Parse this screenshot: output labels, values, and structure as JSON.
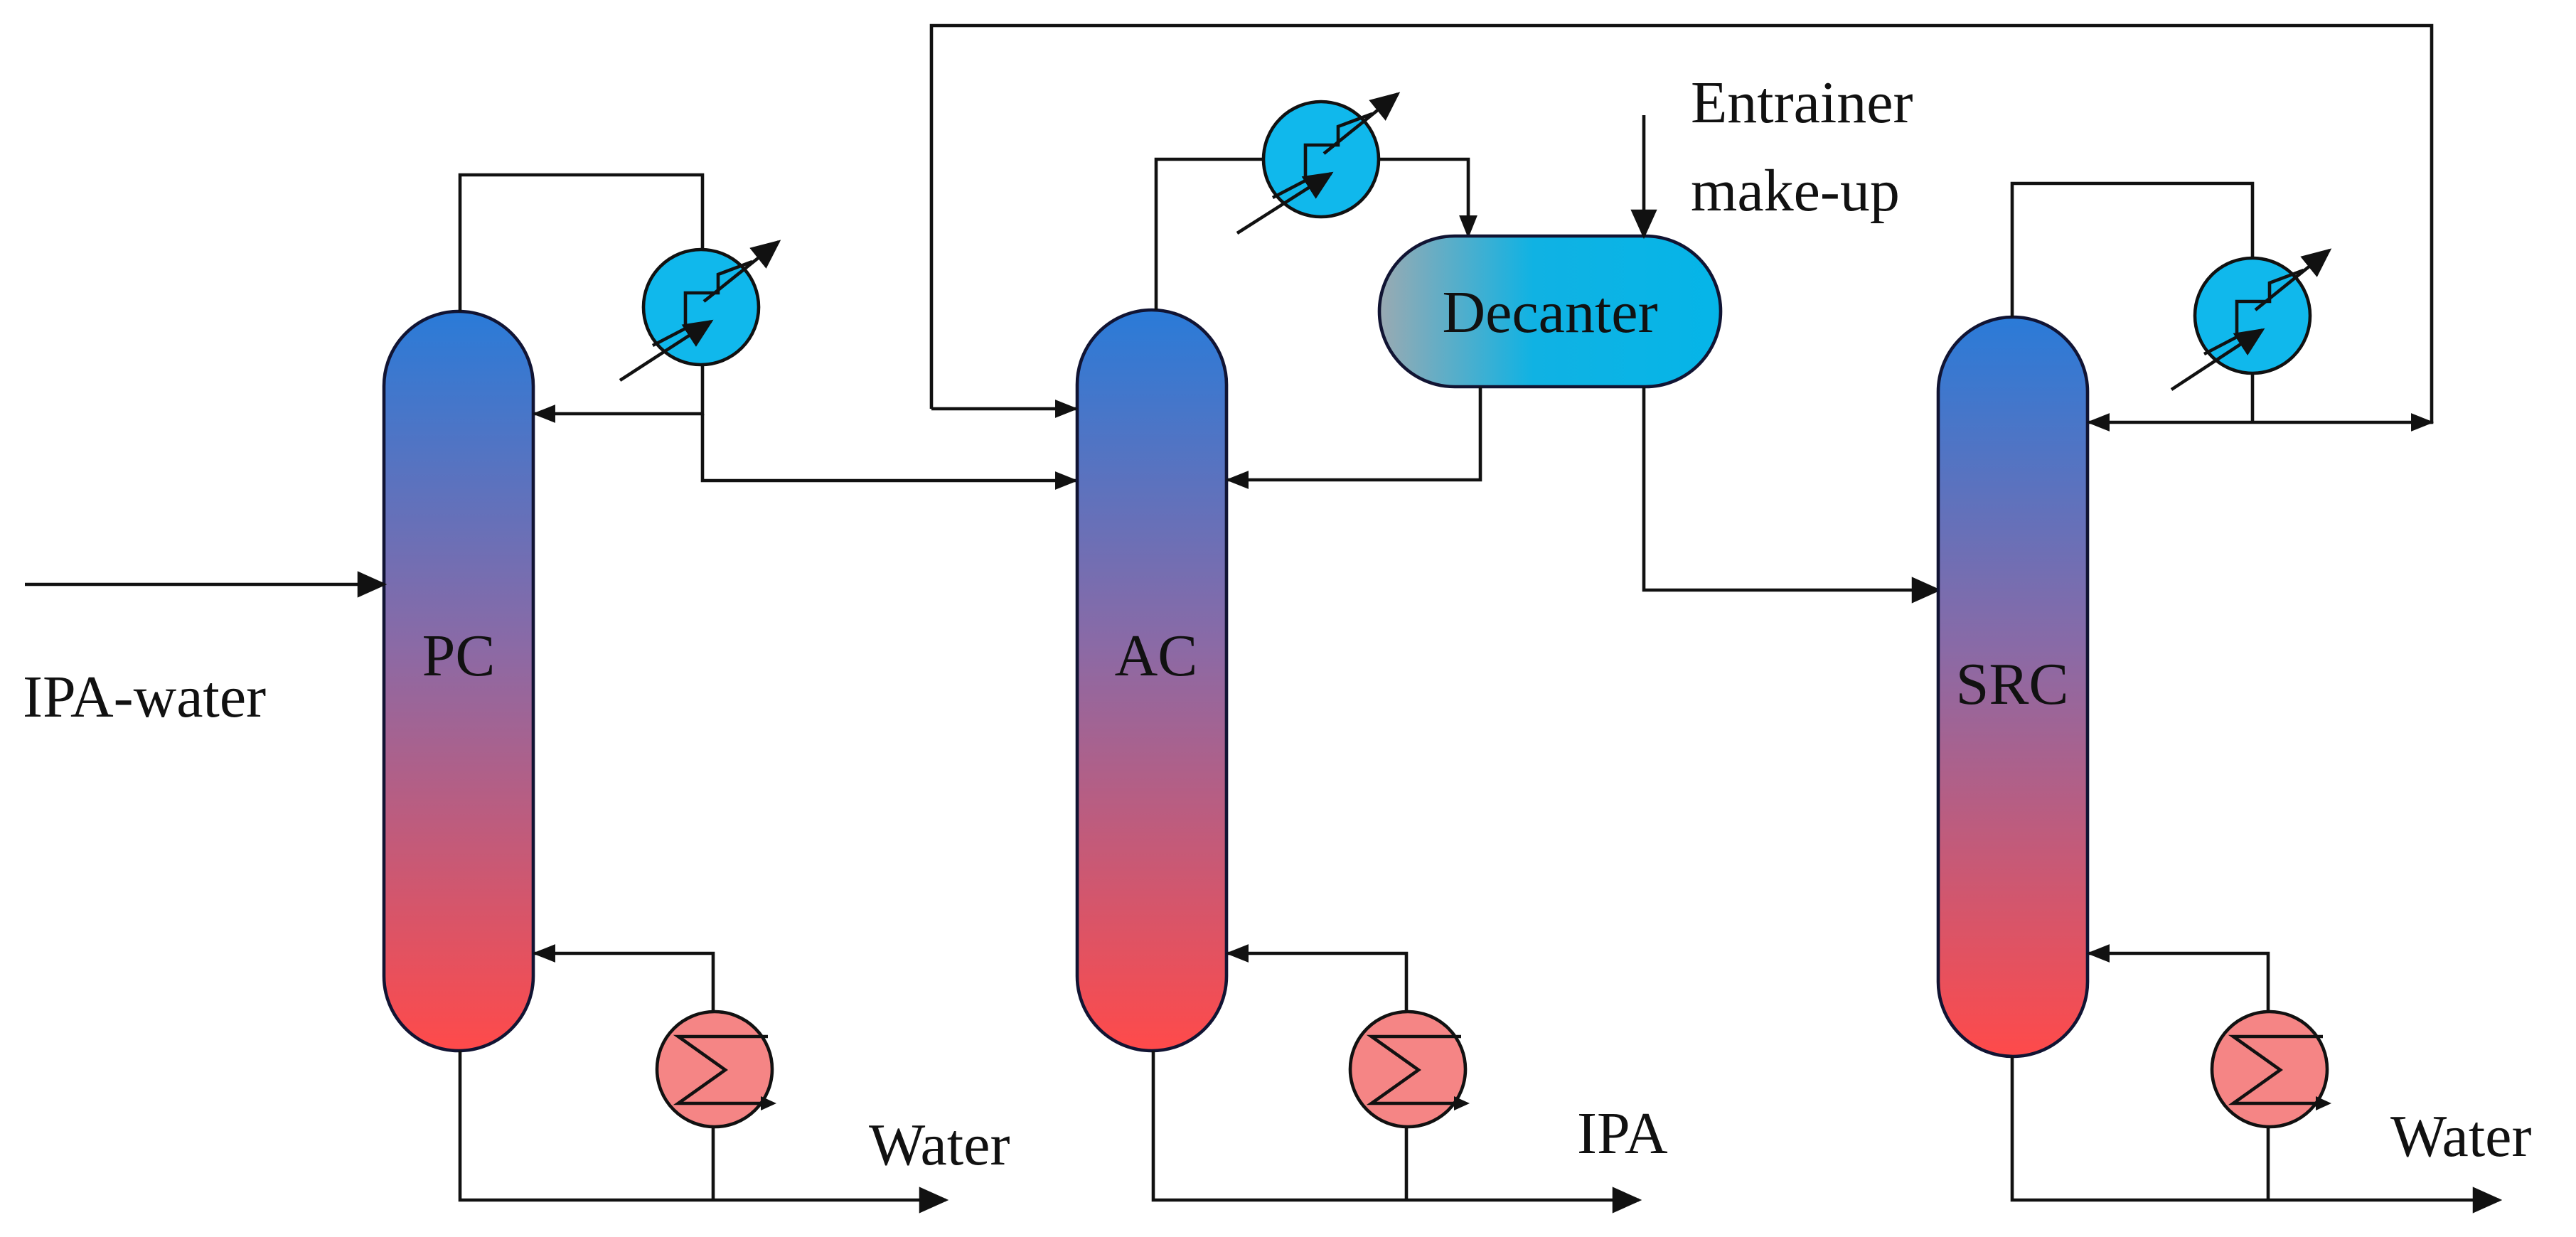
{
  "labels": {
    "feed": "IPA-water",
    "pc": "PC",
    "ac": "AC",
    "src": "SRC",
    "decanter": "Decanter",
    "entrainer_line1": "Entrainer",
    "entrainer_line2": "make-up",
    "water_pc": "Water",
    "ipa": "IPA",
    "water_src": "Water"
  },
  "colors": {
    "column_top": "#2a7bd8",
    "column_bottom": "#ff4a4a",
    "condenser": "#10b8ec",
    "reboiler": "#f58585",
    "decanter_left": "#9aaab2",
    "decanter_right": "#05b5e8",
    "line": "#111111"
  },
  "icons": {
    "condenser": "heat-exchanger-condenser-icon",
    "reboiler": "heat-exchanger-reboiler-icon"
  }
}
